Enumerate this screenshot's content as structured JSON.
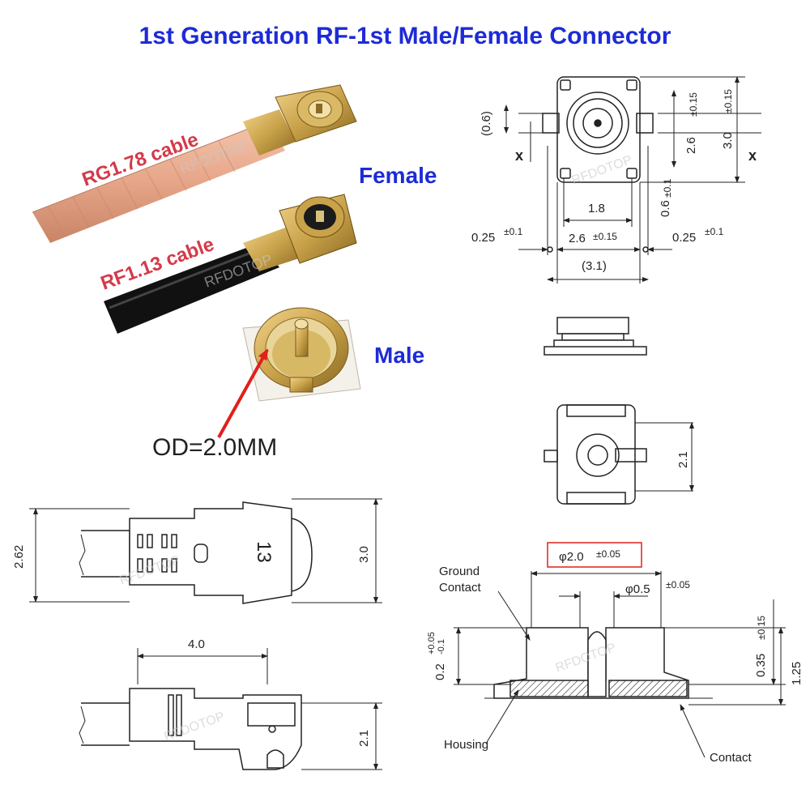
{
  "title": "1st Generation RF-1st Male/Female Connector",
  "photo_labels": {
    "cable_rg": "RG1.78 cable",
    "cable_rf": "RF1.13 cable",
    "female": "Female",
    "male": "Male",
    "od": "OD=2.0MM"
  },
  "watermark": "RFDOTOP",
  "female_top_view": {
    "dim_06": "(0.6)",
    "dim_26_v": "2.6",
    "tol_015": "±0.15",
    "dim_30_v": "3.0",
    "dim_18": "1.8",
    "dim_06_v": "0.6",
    "tol_01": "±0.1",
    "dim_025": "0.25",
    "dim_26_h": "2.6",
    "dim_31": "(3.1)",
    "marker_x": "x"
  },
  "male_top_view": {
    "dim_21": "2.1"
  },
  "cable_plug_top": {
    "dim_262": "2.62",
    "dim_30": "3.0",
    "mark_13": "13"
  },
  "cable_plug_side": {
    "dim_40": "4.0",
    "dim_21": "2.1"
  },
  "section": {
    "phi_20": "φ2.0",
    "tol_005": "±0.05",
    "phi_05": "φ0.5",
    "ground_contact_1": "Ground",
    "ground_contact_2": "Contact",
    "housing": "Housing",
    "contact": "Contact",
    "dim_02": "0.2",
    "tol_02_top": "+0.05",
    "tol_02_bot": "-0.1",
    "dim_035": "0.35",
    "tol_035": "±0.15",
    "dim_125": "1.25"
  },
  "colors": {
    "title": "#1d2bd6",
    "label_red": "#d43a4a",
    "label_blue": "#1d2bd6",
    "arrow": "#e0201c",
    "highlight_box": "#e0201c",
    "gold": "#c9a24a",
    "line": "#222222"
  }
}
